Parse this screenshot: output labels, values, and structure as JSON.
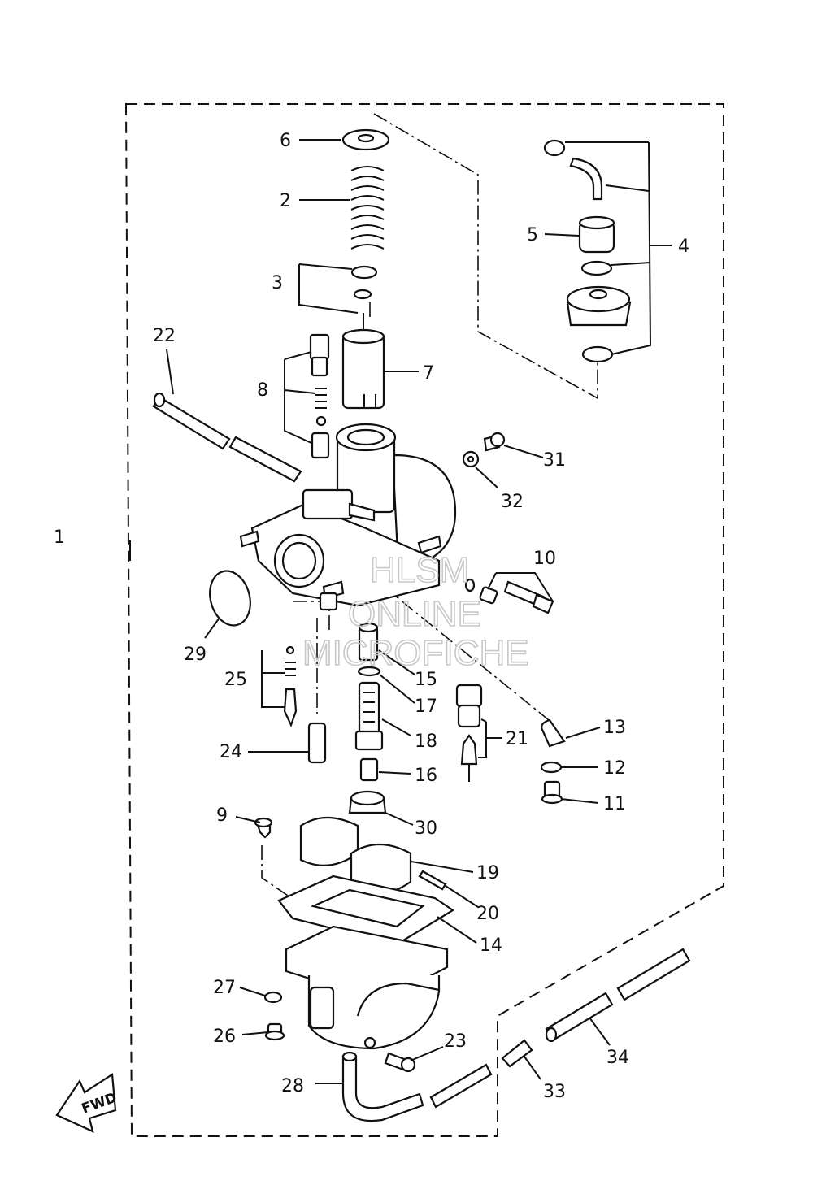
{
  "labels": {
    "p1": "1",
    "p2": "2",
    "p3": "3",
    "p4": "4",
    "p5": "5",
    "p6": "6",
    "p7": "7",
    "p8": "8",
    "p9": "9",
    "p10": "10",
    "p11": "11",
    "p12": "12",
    "p13": "13",
    "p14": "14",
    "p15": "15",
    "p16": "16",
    "p17": "17",
    "p18": "18",
    "p19": "19",
    "p20": "20",
    "p21": "21",
    "p22": "22",
    "p23": "23",
    "p24": "24",
    "p25": "25",
    "p26": "26",
    "p27": "27",
    "p28": "28",
    "p29": "29",
    "p30": "30",
    "p31": "31",
    "p32": "32",
    "p33": "33",
    "p34": "34"
  },
  "fwd_label": "FWD",
  "watermark": {
    "line1": "HLSM",
    "line2": "ONLINE",
    "line3": "MICROFICHE"
  }
}
